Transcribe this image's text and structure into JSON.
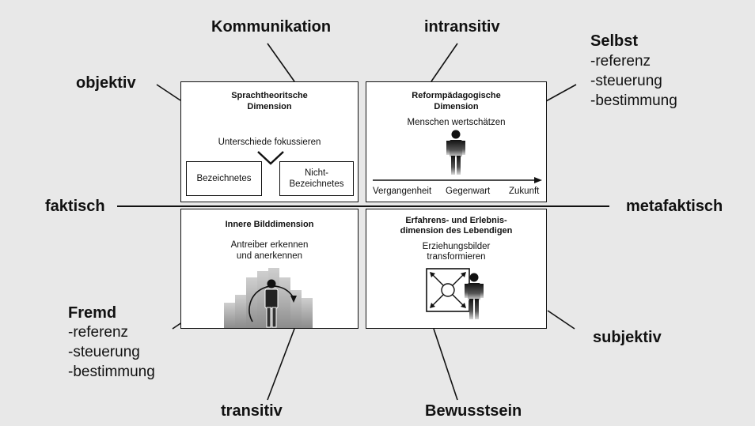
{
  "labels": {
    "kommunikation": "Kommunikation",
    "intransitiv": "intransitiv",
    "objektiv": "objektiv",
    "selbst": "Selbst",
    "selbst_referenz": "-referenz",
    "selbst_steuerung": "-steuerung",
    "selbst_bestimmung": "-bestimmung",
    "faktisch": "faktisch",
    "metafaktisch": "metafaktisch",
    "fremd": "Fremd",
    "fremd_referenz": "-referenz",
    "fremd_steuerung": "-steuerung",
    "fremd_bestimmung": "-bestimmung",
    "subjektiv": "subjektiv",
    "transitiv": "transitiv",
    "bewusstsein": "Bewusstsein"
  },
  "boxes": {
    "top_left": {
      "title_line1": "Sprachtheoritsche",
      "title_line2": "Dimension",
      "text": "Unterschiede fokussieren",
      "left_box": "Bezeichnetes",
      "right_box_line1": "Nicht-",
      "right_box_line2": "Bezeichnetes"
    },
    "top_right": {
      "title_line1": "Reformpädagogische",
      "title_line2": "Dimension",
      "text": "Menschen wertschätzen",
      "timeline": [
        "Vergangenheit",
        "Gegenwart",
        "Zukunft"
      ]
    },
    "bottom_left": {
      "title": "Innere Bilddimension",
      "text_line1": "Antreiber erkennen",
      "text_line2": "und anerkennen"
    },
    "bottom_right": {
      "title_line1": "Erfahrens- und Erlebnis-",
      "title_line2": "dimension des Lebendigen",
      "text_line1": "Erziehungsbilder",
      "text_line2": "transformieren"
    }
  }
}
